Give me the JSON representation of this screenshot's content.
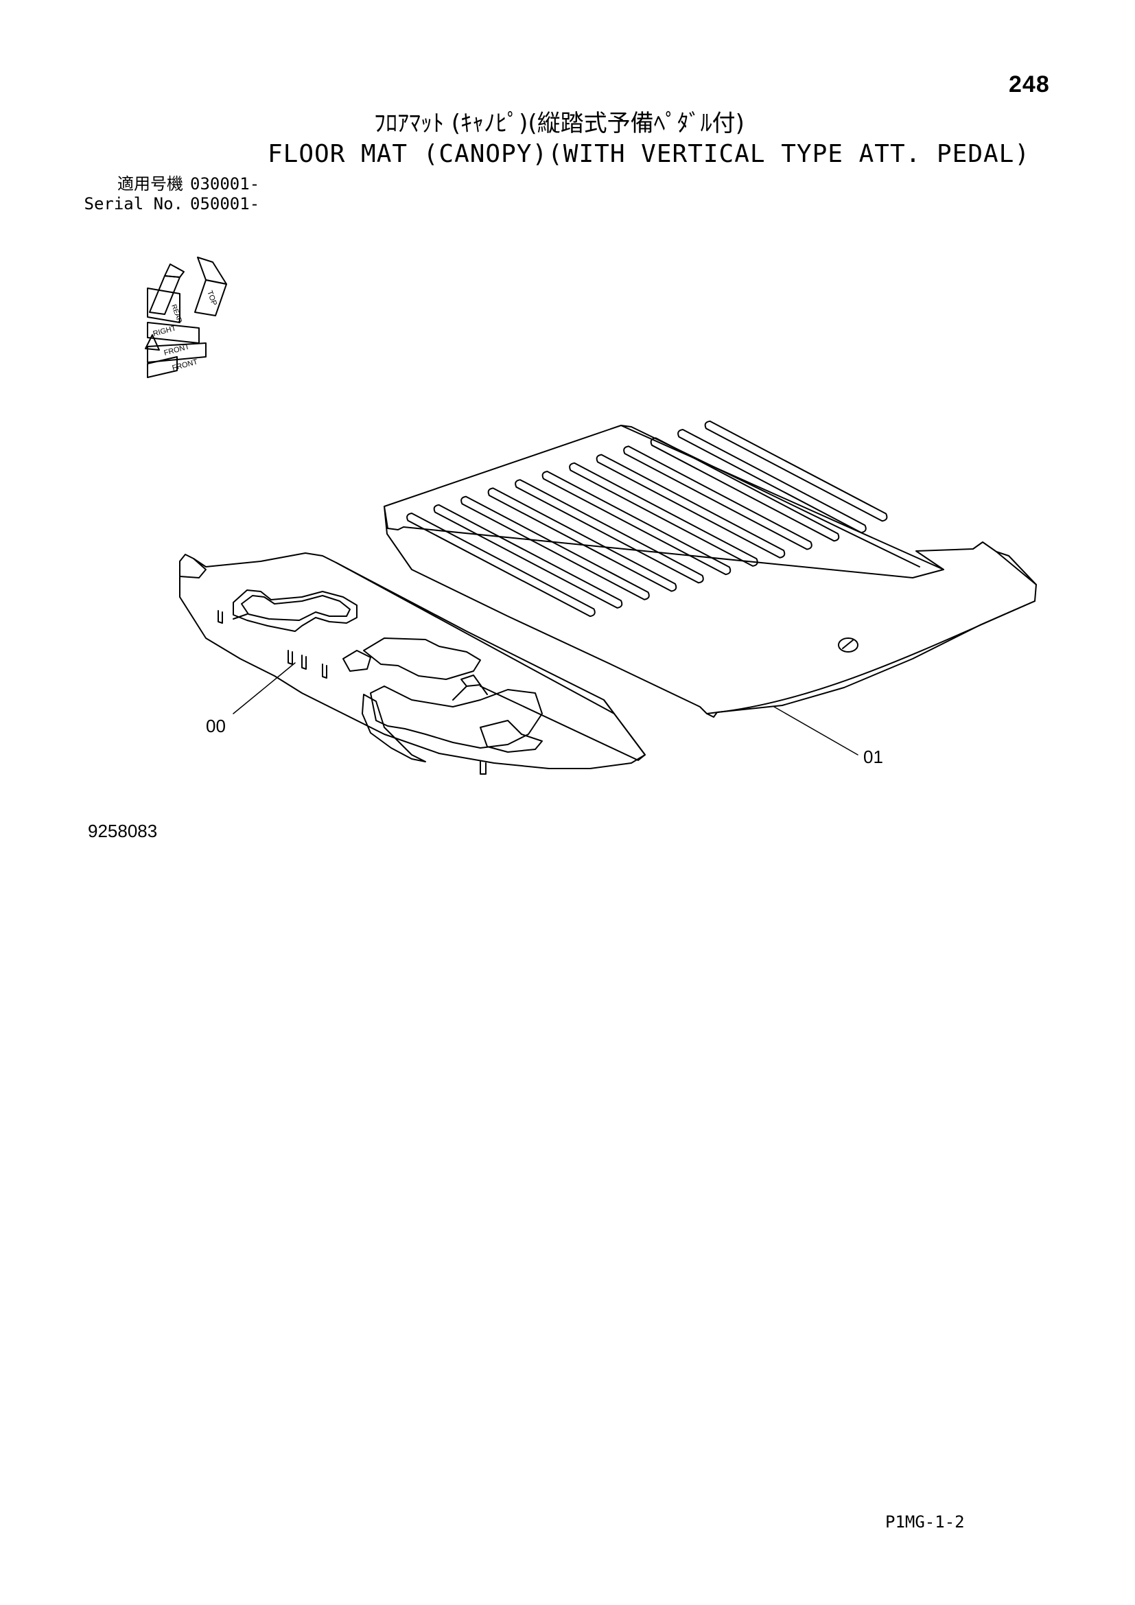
{
  "page": {
    "number": "248",
    "code": "P1MG-1-2"
  },
  "title": {
    "japanese": "ﾌﾛｱﾏｯﾄ (ｷｬﾉﾋﾟ)(縦踏式予備ﾍﾟﾀﾞﾙ付)",
    "english": "FLOOR MAT (CANOPY)(WITH VERTICAL TYPE ATT. PEDAL)"
  },
  "serial": [
    {
      "label": "適用号機",
      "value": "030001-"
    },
    {
      "label": "Serial No.",
      "value": "050001-"
    }
  ],
  "orientation_icon": {
    "labels": [
      "TOP",
      "REAR",
      "RIGHT",
      "FRONT",
      "FRONT"
    ]
  },
  "drawing": {
    "number": "9258083",
    "callouts": [
      {
        "id": "00",
        "label": "00",
        "part": "pedal-base-frame"
      },
      {
        "id": "01",
        "label": "01",
        "part": "floor-mat"
      }
    ]
  }
}
